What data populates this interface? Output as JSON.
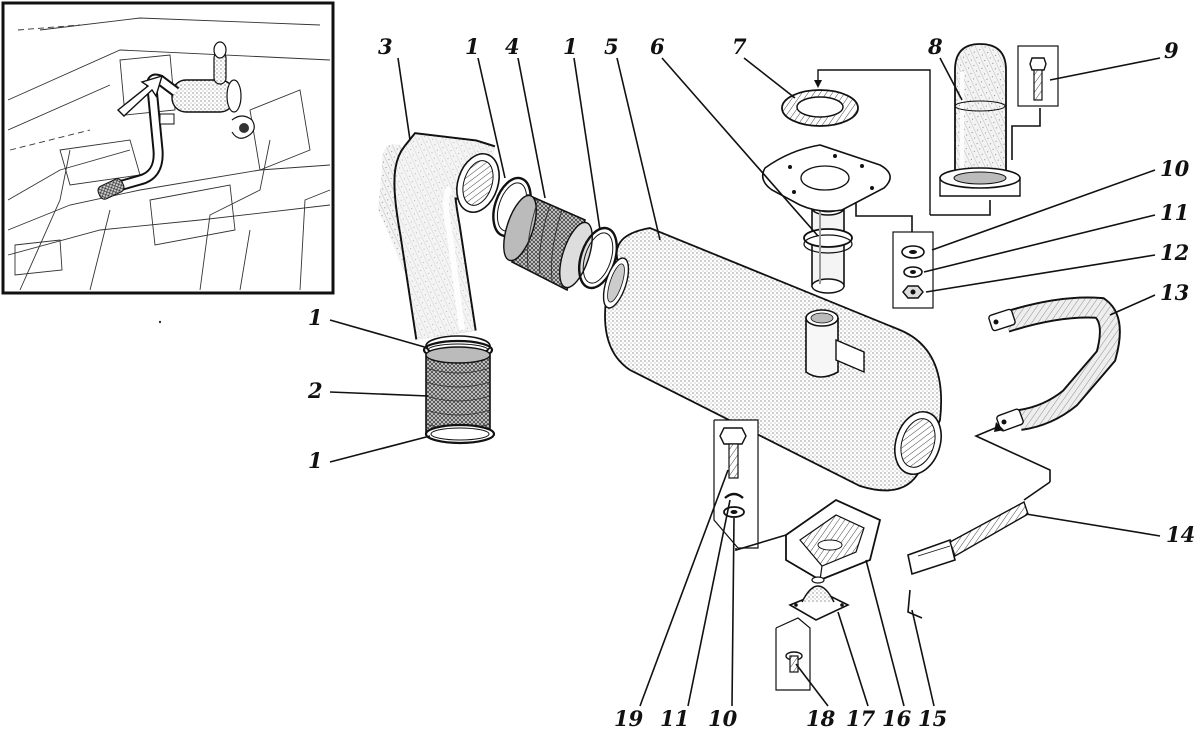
{
  "diagram": {
    "callouts": [
      {
        "id": "c3",
        "text": "3"
      },
      {
        "id": "c1a",
        "text": "1"
      },
      {
        "id": "c4",
        "text": "4"
      },
      {
        "id": "c1b",
        "text": "1"
      },
      {
        "id": "c5",
        "text": "5"
      },
      {
        "id": "c6",
        "text": "6"
      },
      {
        "id": "c7",
        "text": "7"
      },
      {
        "id": "c8",
        "text": "8"
      },
      {
        "id": "c9",
        "text": "9"
      },
      {
        "id": "c10a",
        "text": "10"
      },
      {
        "id": "c11a",
        "text": "11"
      },
      {
        "id": "c12",
        "text": "12"
      },
      {
        "id": "c13",
        "text": "13"
      },
      {
        "id": "c14",
        "text": "14"
      },
      {
        "id": "c1c",
        "text": "1"
      },
      {
        "id": "c2",
        "text": "2"
      },
      {
        "id": "c1d",
        "text": "1"
      },
      {
        "id": "c19",
        "text": "19"
      },
      {
        "id": "c11b",
        "text": "11"
      },
      {
        "id": "c10b",
        "text": "10"
      },
      {
        "id": "c18",
        "text": "18"
      },
      {
        "id": "c17",
        "text": "17"
      },
      {
        "id": "c16",
        "text": "16"
      },
      {
        "id": "c15",
        "text": "15"
      }
    ]
  }
}
